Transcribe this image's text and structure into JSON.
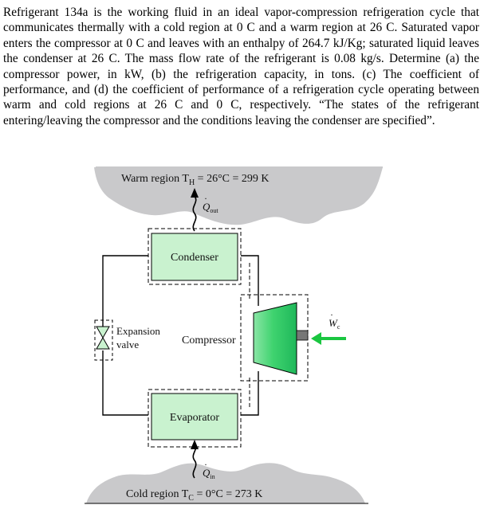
{
  "problem": {
    "text": "Refrigerant 134a is the working fluid in an ideal vapor-compression refrigeration cycle that communicates thermally with a cold region at 0 C and a warm region at 26 C. Saturated vapor enters the compressor at 0 C and leaves with an enthalpy of 264.7 kJ/Kg; saturated liquid leaves the condenser at 26 C. The mass flow rate of the refrigerant is 0.08 kg/s. Determine (a) the compressor power, in kW, (b) the refrigeration capacity, in tons. (c) The coefficient of performance, and (d) the coefficient of performance of a refrigeration cycle operating between warm and cold regions at 26 C and 0 C, respectively. “The states of the refrigerant entering/leaving the compressor and the conditions leaving the condenser are specified”."
  },
  "diagram": {
    "warm_region": {
      "prefix": "Warm region T",
      "subscript": "H",
      "suffix": " = 26°C = 299 K"
    },
    "cold_region": {
      "prefix": "Cold region T",
      "subscript": "C",
      "suffix": " = 0°C = 273 K"
    },
    "q_out": {
      "symbol": "Q",
      "subscript": "out"
    },
    "q_in": {
      "symbol": "Q",
      "subscript": "in"
    },
    "condenser_label": "Condenser",
    "evaporator_label": "Evaporator",
    "compressor_label": "Compressor",
    "expansion_label_line1": "Expansion",
    "expansion_label_line2": "valve",
    "work_label": {
      "symbol": "W",
      "subscript": "c"
    },
    "colors": {
      "region_fill": "#c9c9cb",
      "box_fill": "#c9f2cf",
      "compressor_fill": "#3fd36f",
      "arrow_green": "#1ac640",
      "line": "#000000"
    }
  }
}
